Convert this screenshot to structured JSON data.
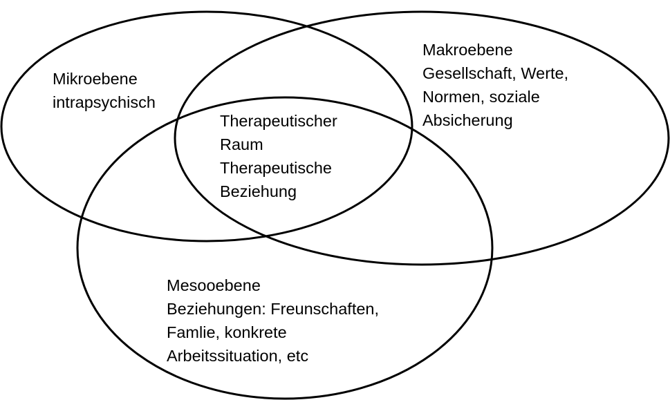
{
  "diagram": {
    "line_color": "#000000",
    "mikro": {
      "lines": [
        "Mikroebene",
        "intrapsychisch"
      ]
    },
    "makro": {
      "lines": [
        "Makroebene",
        "Gesellschaft, Werte,",
        "Normen, soziale",
        "Absicherung"
      ]
    },
    "center": {
      "lines": [
        "Therapeutischer",
        "Raum",
        "Therapeutische",
        "Beziehung"
      ]
    },
    "meso": {
      "lines": [
        "Mesooebene",
        "Beziehungen: Freunschaften,",
        "Famlie, konkrete",
        "Arbeitssituation, etc"
      ]
    }
  }
}
